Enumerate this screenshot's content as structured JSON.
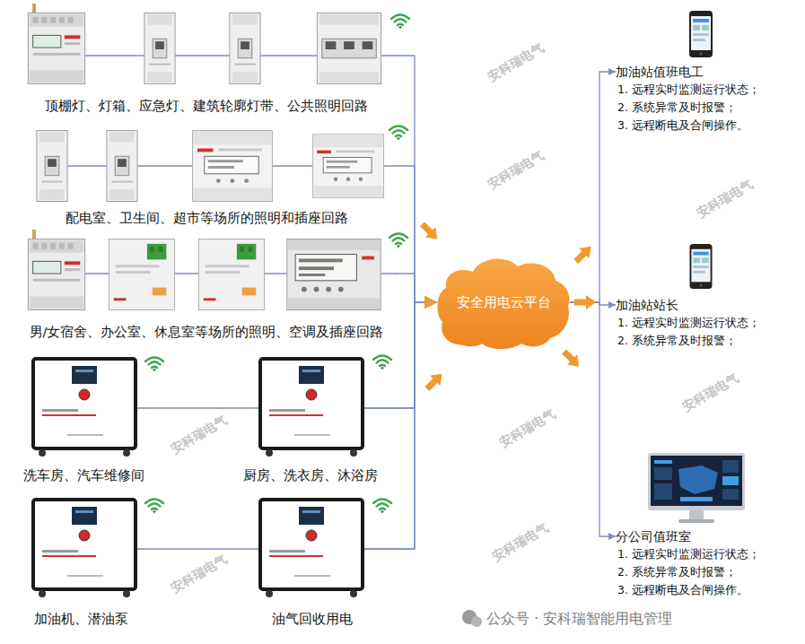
{
  "diagram": {
    "nodes": [
      {
        "text": [
          "顶棚灯、灯箱、应急灯、建筑轮廓灯带、公共照明回路"
        ]
      },
      {
        "text": [
          "配电室、卫生间、超市等场所的照明和插座回路"
        ]
      },
      {
        "text": [
          "男/女宿舍、办公室、休息室等场所的照明、空调及插座回路"
        ]
      },
      {
        "text": [
          "洗车房、汽车维修间"
        ]
      },
      {
        "text": [
          "厨房、洗衣房、沐浴房"
        ]
      },
      {
        "text": [
          "加油机、潜油泵"
        ]
      },
      {
        "text": [
          "油气回收用电"
        ]
      },
      {
        "text": [
          "安全用电云平台"
        ]
      },
      {
        "text": [
          "加油站值班电工",
          "1. 远程实时监测运行状态；",
          "2. 系统异常及时报警；",
          "3. 远程断电及合闸操作。"
        ]
      },
      {
        "text": [
          "加油站站长",
          "1. 远程实时监测运行状态；",
          "2. 系统异常及时报警；"
        ]
      },
      {
        "text": [
          "分公司值班室",
          "1. 远程实时监测运行状态；",
          "2. 系统异常及时报警；",
          "3. 远程断电及合闸操作。"
        ]
      }
    ],
    "edges": [
      {
        "from": 0,
        "to": 7,
        "arrow": "to"
      },
      {
        "from": 1,
        "to": 7,
        "arrow": "to"
      },
      {
        "from": 2,
        "to": 7,
        "arrow": "to"
      },
      {
        "from": 3,
        "to": 7,
        "arrow": "to"
      },
      {
        "from": 4,
        "to": 7,
        "arrow": "to"
      },
      {
        "from": 5,
        "to": 7,
        "arrow": "to"
      },
      {
        "from": 6,
        "to": 7,
        "arrow": "to"
      },
      {
        "from": 7,
        "to": 8,
        "arrow": "to"
      },
      {
        "from": 7,
        "to": 9,
        "arrow": "to"
      },
      {
        "from": 7,
        "to": 10,
        "arrow": "to"
      }
    ],
    "labels": [
      "安科瑞电气",
      "安科瑞电气",
      "安科瑞电气",
      "安科瑞电气",
      "安科瑞电气",
      "安科瑞电气",
      "安科瑞电气",
      "安科瑞电气",
      "公众号 · 安科瑞智能用电管理"
    ]
  }
}
